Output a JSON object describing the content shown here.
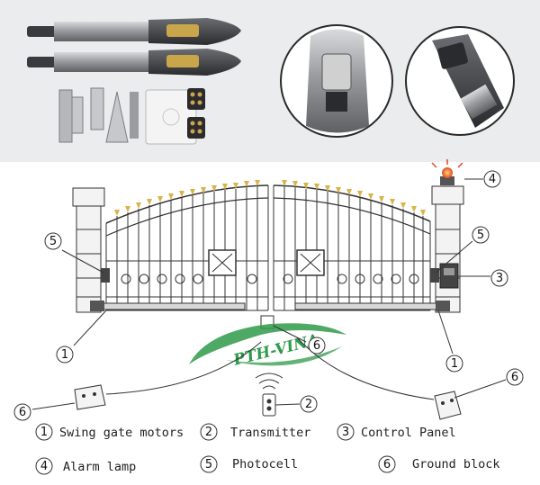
{
  "watermark": "PTH-VINA",
  "callouts": [
    "5",
    "4",
    "5",
    "3",
    "1",
    "6",
    "1",
    "2",
    "6",
    "6"
  ],
  "legend": [
    {
      "number": "1",
      "label": "Swing gate motors"
    },
    {
      "number": "2",
      "label": "Transmitter"
    },
    {
      "number": "3",
      "label": "Control Panel"
    },
    {
      "number": "4",
      "label": "Alarm lamp"
    },
    {
      "number": "5",
      "label": "Photocell"
    },
    {
      "number": "6",
      "label": "Ground block"
    }
  ],
  "colors": {
    "panel_bg": "#ebeced",
    "line": "#333333",
    "gate_gold": "#d9b44a",
    "alarm_red": "#e24a2b",
    "watermark_green": "#2f9a4a"
  }
}
